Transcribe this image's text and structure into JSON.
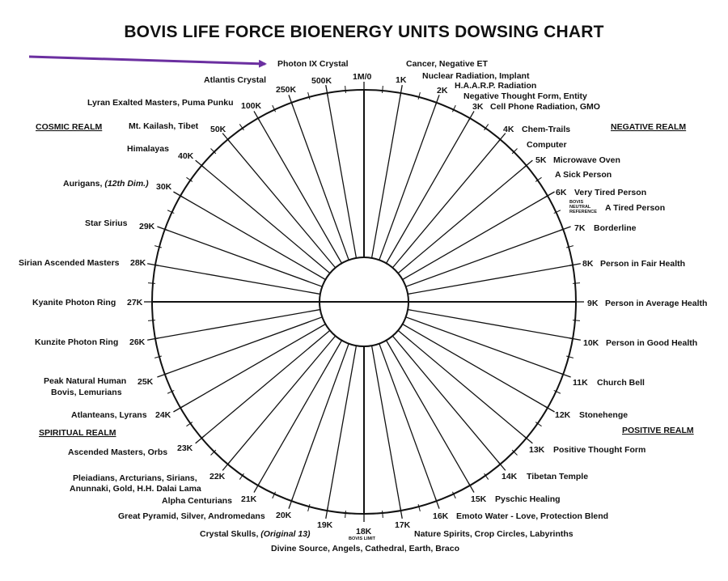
{
  "title": "BOVIS LIFE FORCE BIOENERGY UNITS DOWSING CHART",
  "realms": {
    "cosmic": "COSMIC REALM",
    "negative": "NEGATIVE REALM",
    "spiritual": "SPIRITUAL REALM",
    "positive": "POSITIVE REALM"
  },
  "small_notes": {
    "neutral_reference": [
      "BOVIS",
      "NEUTRAL",
      "REFERENCE"
    ],
    "bovis_limit": "BOVIS LIMIT"
  },
  "pointer_label": "Photon IX Crystal",
  "colors": {
    "arrow": "#6b2fa0",
    "ink": "#111111",
    "background": "#ffffff"
  },
  "scale": [
    {
      "value": "1M/0",
      "desc": ""
    },
    {
      "value": "1K",
      "desc": ""
    },
    {
      "value": "2K",
      "desc": ""
    },
    {
      "value": "3K",
      "desc": "Cell Phone Radiation, GMO"
    },
    {
      "value": "4K",
      "desc": "Chem-Trails"
    },
    {
      "value": "5K",
      "desc": "Microwave Oven"
    },
    {
      "value": "6K",
      "desc": "Very Tired Person"
    },
    {
      "value": "7K",
      "desc": "Borderline"
    },
    {
      "value": "8K",
      "desc": "Person in Fair Health"
    },
    {
      "value": "9K",
      "desc": "Person in Average Health"
    },
    {
      "value": "10K",
      "desc": "Person in Good Health"
    },
    {
      "value": "11K",
      "desc": "Church Bell"
    },
    {
      "value": "12K",
      "desc": "Stonehenge"
    },
    {
      "value": "13K",
      "desc": "Positive Thought Form"
    },
    {
      "value": "14K",
      "desc": "Tibetan Temple"
    },
    {
      "value": "15K",
      "desc": "Pyschic Healing"
    },
    {
      "value": "16K",
      "desc": "Emoto Water - Love, Protection Blend"
    },
    {
      "value": "17K",
      "desc": "Nature Spirits, Crop Circles, Labyrinths"
    },
    {
      "value": "18K",
      "desc": "Divine Source, Angels, Cathedral, Earth, Braco"
    },
    {
      "value": "19K",
      "desc": "Crystal Skulls, ",
      "desc_italic": "(Original 13)"
    },
    {
      "value": "20K",
      "desc": "Great Pyramid, Silver, Andromedans"
    },
    {
      "value": "21K",
      "desc": "Alpha Centurians"
    },
    {
      "value": "22K",
      "desc": "Pleiadians, Arcturians, Sirians,",
      "desc2": "Anunnaki, Gold, H.H. Dalai Lama"
    },
    {
      "value": "23K",
      "desc": "Ascended Masters, Orbs"
    },
    {
      "value": "24K",
      "desc": "Atlanteans, Lyrans"
    },
    {
      "value": "25K",
      "desc": "Peak Natural Human",
      "desc2": "Bovis, Lemurians"
    },
    {
      "value": "26K",
      "desc": "Kunzite Photon Ring"
    },
    {
      "value": "27K",
      "desc": "Kyanite Photon Ring"
    },
    {
      "value": "28K",
      "desc": "Sirian Ascended Masters"
    },
    {
      "value": "29K",
      "desc": "Star Sirius"
    },
    {
      "value": "30K",
      "desc": "Aurigans, ",
      "desc_italic": "(12th Dim.)"
    },
    {
      "value": "40K",
      "desc": "Himalayas"
    },
    {
      "value": "50K",
      "desc": "Mt. Kailash, Tibet"
    },
    {
      "value": "100K",
      "desc": "Lyran Exalted Masters, Puma Punku"
    },
    {
      "value": "250K",
      "desc": "Atlantis Crystal"
    },
    {
      "value": "500K",
      "desc": ""
    }
  ],
  "extra_labels": {
    "cancer": "Cancer, Negative ET",
    "nuclear": "Nuclear Radiation, Implant",
    "haarp": "H.A.A.R.P. Radiation",
    "thought_form": "Negative Thought Form, Entity",
    "computer": "Computer",
    "sick": "A Sick Person",
    "tired": "A Tired Person"
  }
}
